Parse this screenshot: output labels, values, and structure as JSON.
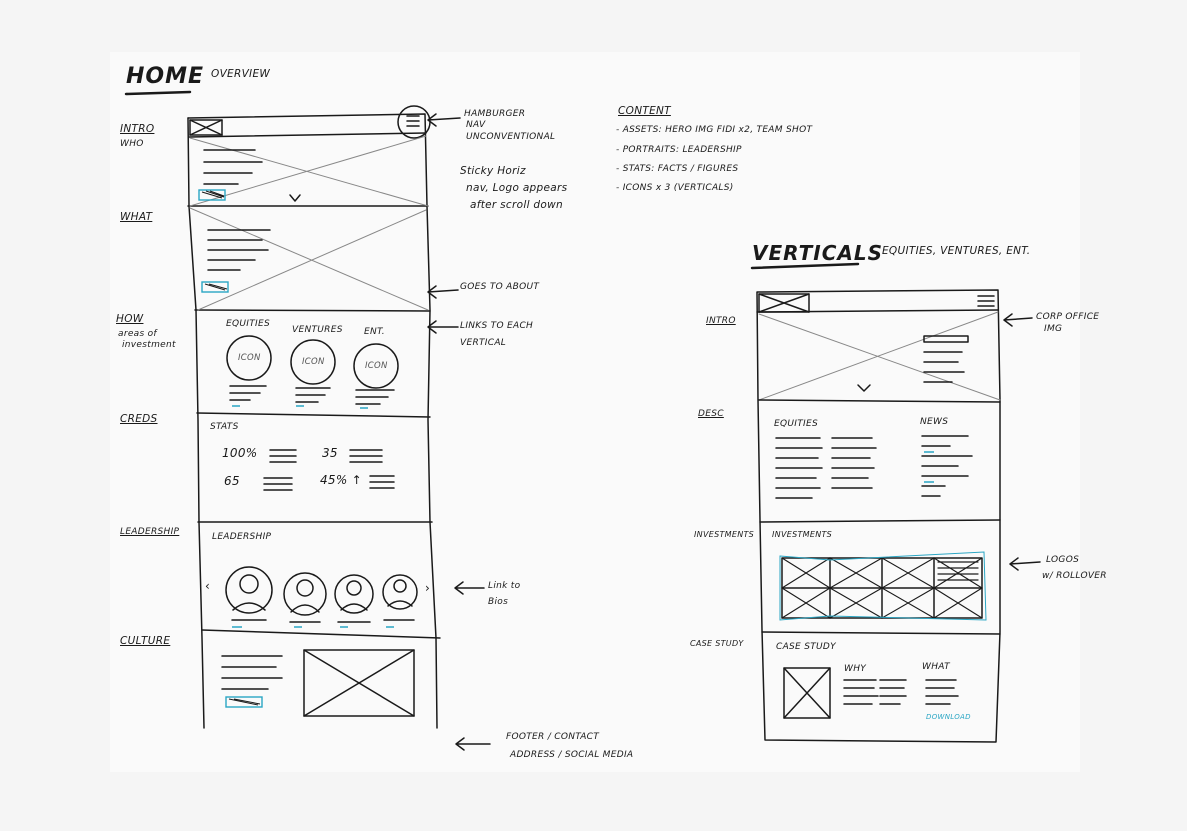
{
  "home": {
    "title": "HOME",
    "subtitle": "OVERVIEW",
    "sections": {
      "intro": "INTRO",
      "intro_sub": "WHO",
      "what": "WHAT",
      "how": "HOW",
      "how_sub_1": "areas of",
      "how_sub_2": "investment",
      "creds": "CREDS",
      "leadership": "LEADERSHIP",
      "culture": "CULTURE"
    },
    "notes": {
      "hamburger_1": "HAMBURGER",
      "hamburger_2": "NAV",
      "hamburger_3": "UNCONVENTIONAL",
      "sticky_1": "Sticky Horiz",
      "sticky_2": "nav, Logo appears",
      "sticky_3": "after scroll down",
      "goes_to_about": "GOES TO ABOUT",
      "links_to_each_1": "LINKS TO EACH",
      "links_to_each_2": "VERTICAL",
      "link_to_bios_1": "Link to",
      "link_to_bios_2": "Bios",
      "footer_1": "FOOTER / CONTACT",
      "footer_2": "ADDRESS / SOCIAL MEDIA"
    },
    "how_block": {
      "col1": "EQUITIES",
      "col2": "VENTURES",
      "col3": "ENT.",
      "icon_label": "ICON"
    },
    "stats_block": {
      "title": "STATS",
      "s1": "100%",
      "s2": "35",
      "s3": "65",
      "s4": "45% ↑"
    },
    "leadership_block": {
      "title": "LEADERSHIP",
      "prev": "‹",
      "next": "›"
    }
  },
  "content": {
    "title": "CONTENT",
    "items": [
      "- ASSETS: HERO IMG FIDI x2, TEAM SHOT",
      "- PORTRAITS: LEADERSHIP",
      "- STATS: FACTS / FIGURES",
      "- ICONS x 3 (VERTICALS)"
    ]
  },
  "verticals": {
    "title": "VERTICALS",
    "subtitle": "EQUITIES, VENTURES, ENT.",
    "sections": {
      "intro": "INTRO",
      "desc": "DESC",
      "investments": "INVESTMENTS",
      "case_study": "CASE STUDY"
    },
    "notes": {
      "corp_1": "CORP OFFICE",
      "corp_2": "IMG",
      "logos_1": "LOGOS",
      "logos_2": "w/ ROLLOVER"
    },
    "desc_block": {
      "equities": "EQUITIES",
      "news": "NEWS"
    },
    "investments_block": {
      "title": "INVESTMENTS"
    },
    "case_block": {
      "title": "CASE STUDY",
      "why": "WHY",
      "what": "WHAT",
      "download": "DOWNLOAD"
    }
  },
  "colors": {
    "ink": "#1a1a1a",
    "accent": "#2aa6c4",
    "paper": "#fafafa"
  }
}
